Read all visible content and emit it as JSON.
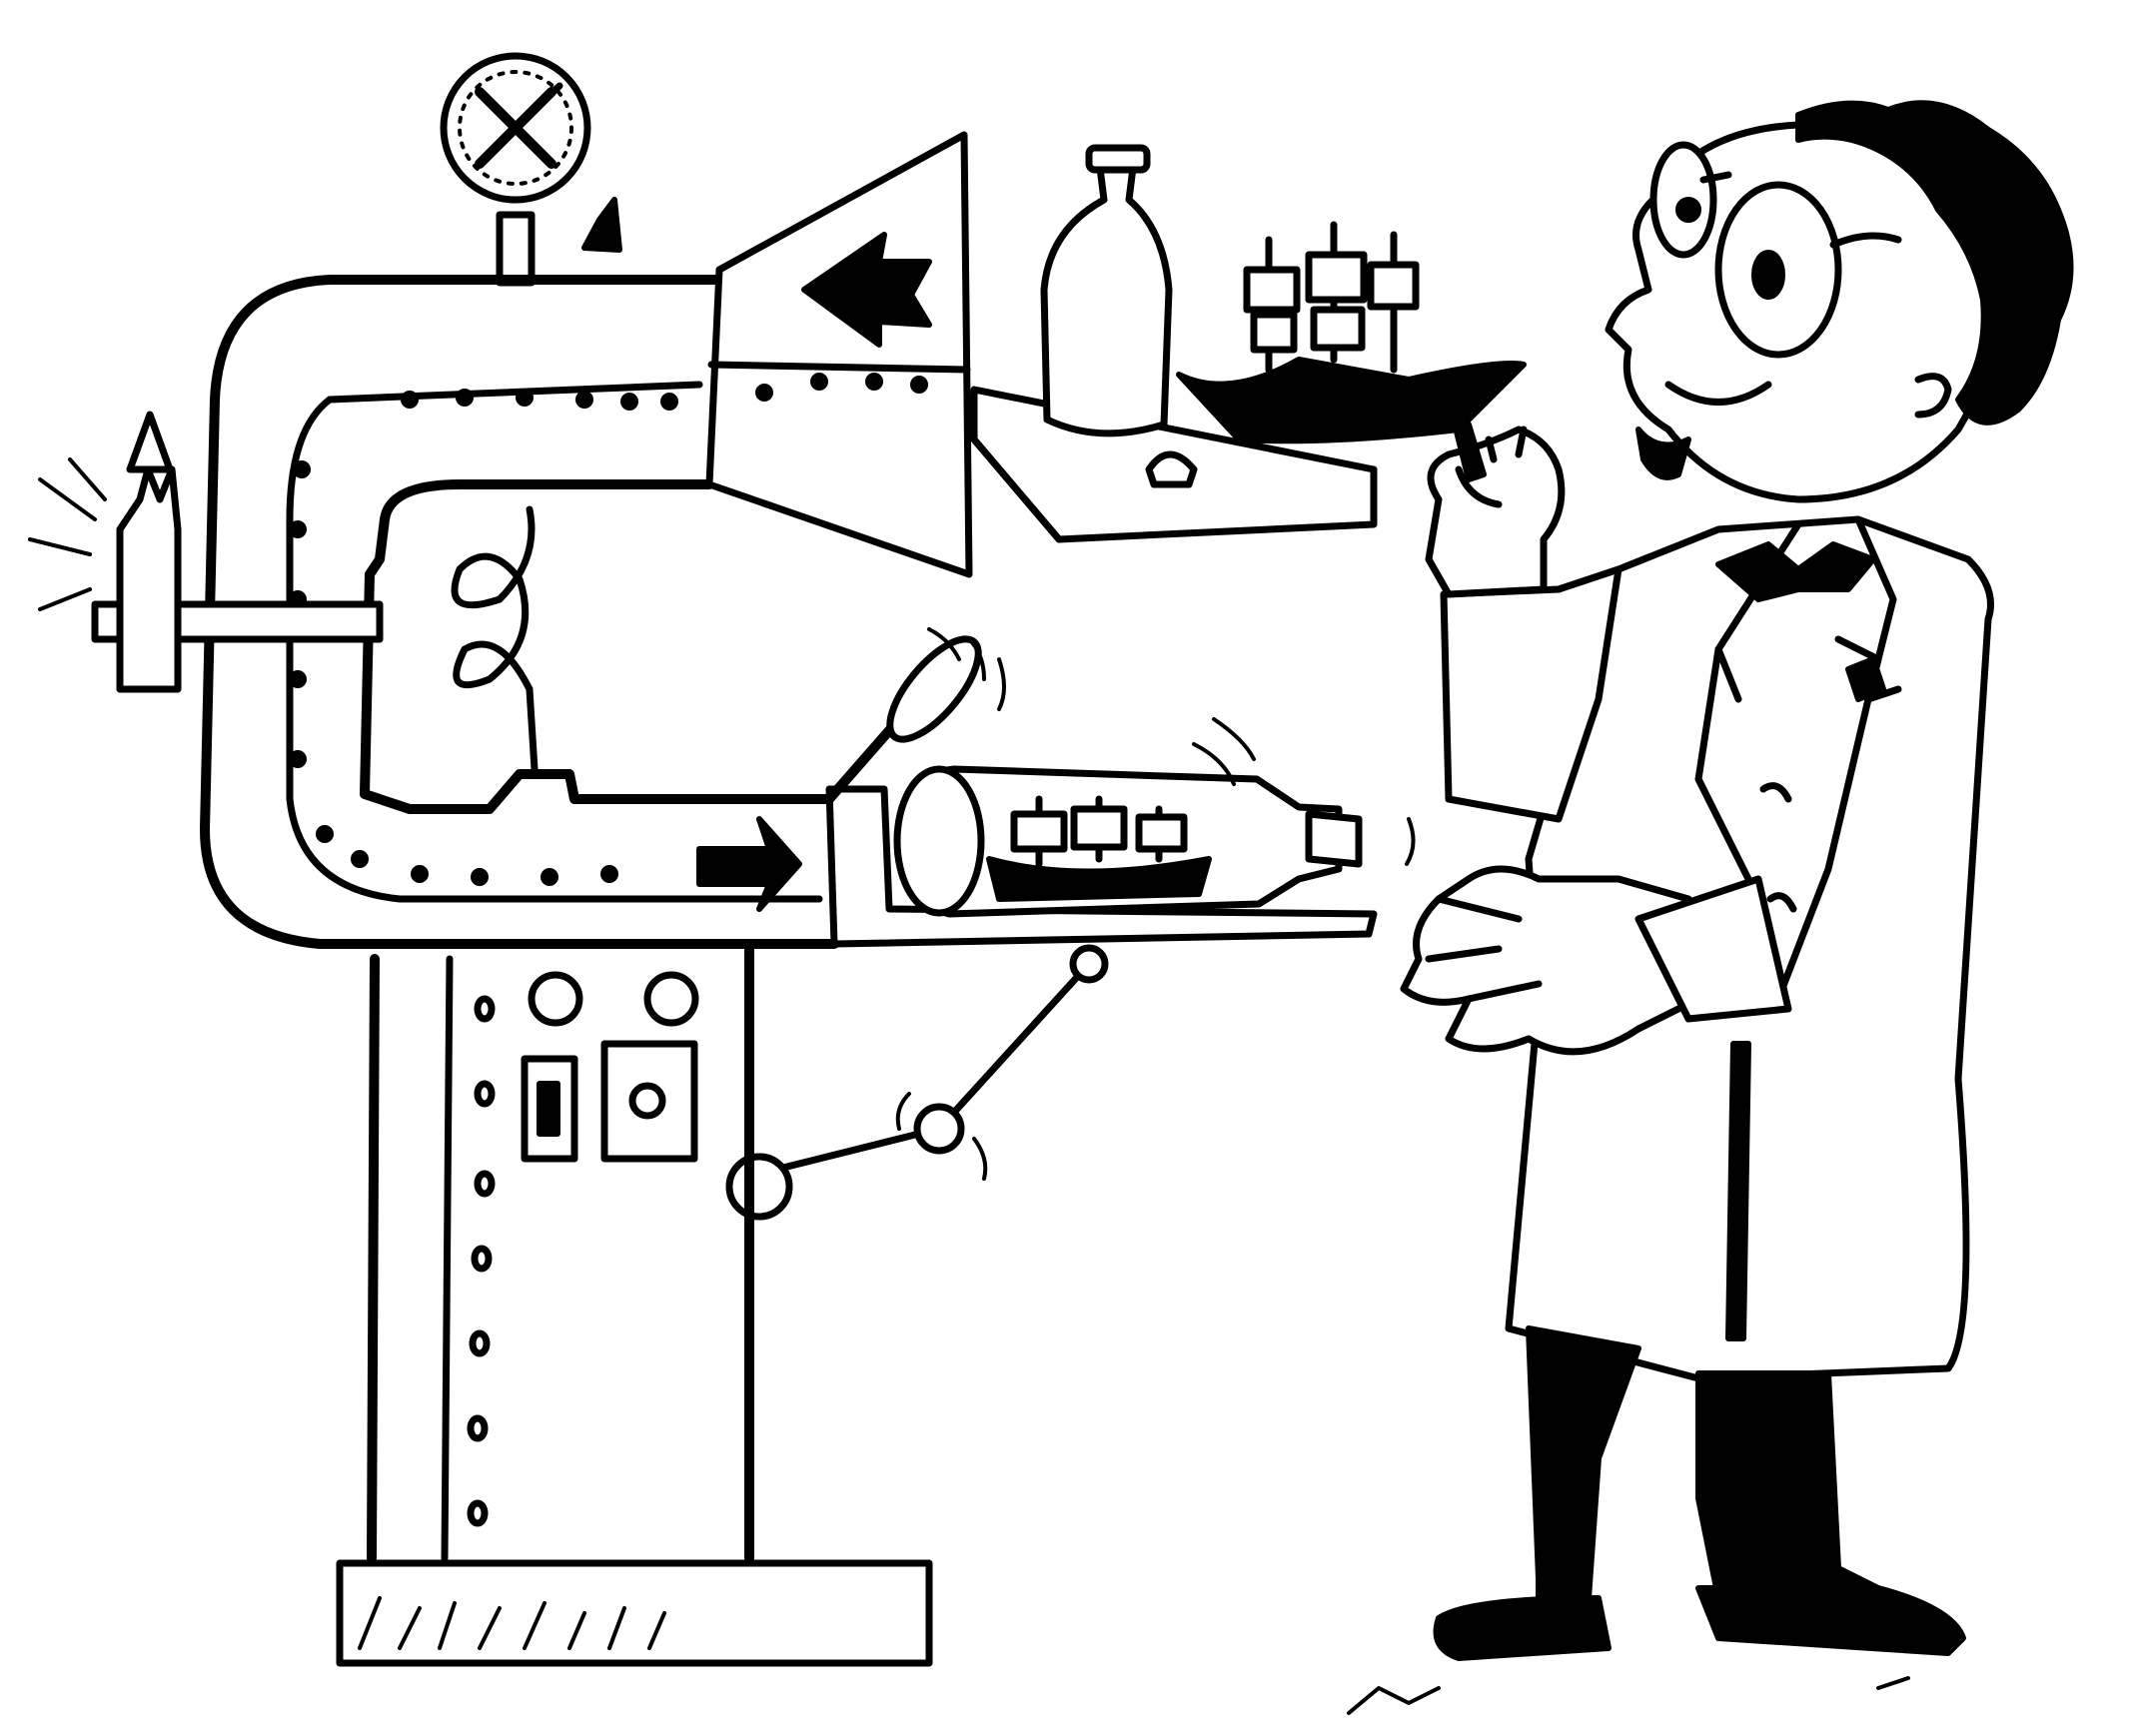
{
  "scene": {
    "style": "black-and-white ink cartoon",
    "colors": {
      "ink": "#000000",
      "paper": "#ffffff"
    },
    "subjects": [
      "ship-in-bottle-machine",
      "inventor"
    ]
  }
}
